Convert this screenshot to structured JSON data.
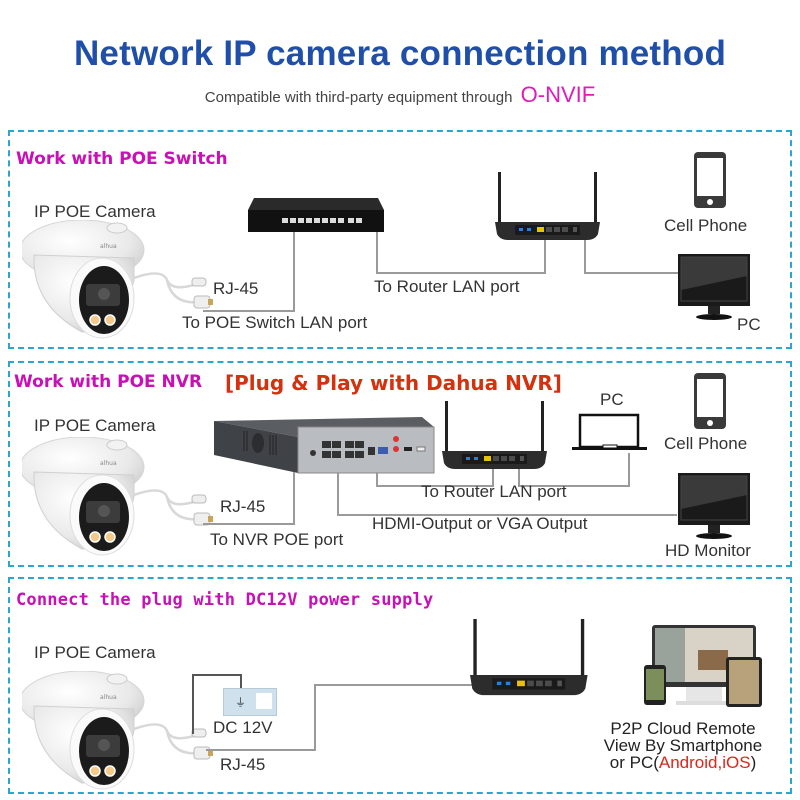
{
  "header": {
    "title": "Network IP camera connection method",
    "subtitle_prefix": "Compatible with third-party equipment through",
    "subtitle_highlight": "O-NVIF"
  },
  "colors": {
    "title": "#1f4fa8",
    "highlight_magenta": "#e01bb8",
    "panel_title_magenta": "#c90fb5",
    "plug_play_red": "#d4310f",
    "panel_border": "#29a7cf",
    "wire": "#9a9a9a"
  },
  "panels": [
    {
      "title": "Work with POE Switch",
      "camera_label": "IP POE Camera",
      "cable_label": "RJ-45",
      "port_label": "To POE Switch LAN port",
      "router_label": "To Router LAN port",
      "phone_label": "Cell Phone",
      "pc_label": "PC",
      "devices": [
        "ip-camera",
        "poe-switch",
        "router",
        "cell-phone",
        "pc-monitor"
      ]
    },
    {
      "title": "Work with POE NVR",
      "subtitle": "[Plug & Play with Dahua NVR]",
      "camera_label": "IP POE Camera",
      "cable_label": "RJ-45",
      "port_label": "To NVR POE port",
      "router_label": "To Router LAN port",
      "hdmi_label": "HDMI-Output or VGA Output",
      "pc_label": "PC",
      "phone_label": "Cell Phone",
      "monitor_label": "HD Monitor",
      "devices": [
        "ip-camera",
        "nvr",
        "router",
        "laptop",
        "cell-phone",
        "hd-monitor"
      ]
    },
    {
      "title": "Connect the plug with DC12V power supply",
      "camera_label": "IP POE Camera",
      "power_label": "DC 12V",
      "cable_label": "RJ-45",
      "remote_line1": "P2P Cloud Remote",
      "remote_line2": "View By Smartphone",
      "remote_line3_prefix": "or PC(",
      "remote_line3_highlight": "Android,iOS",
      "remote_line3_suffix": ")",
      "devices": [
        "ip-camera",
        "dc-power-adapter",
        "router",
        "multi-device-view"
      ]
    }
  ]
}
